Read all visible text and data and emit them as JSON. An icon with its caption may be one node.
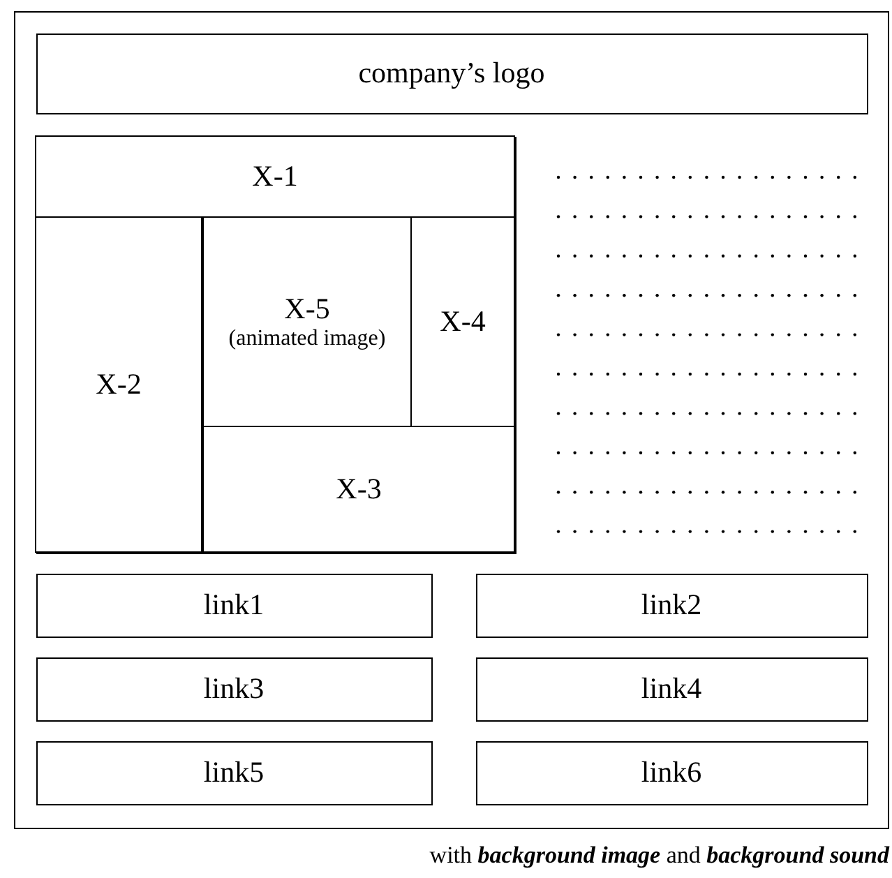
{
  "diagram": {
    "caption": "with **background image** and **background sound**",
    "nodes": [
      {
        "text": [],
        "shape": "box"
      },
      {
        "text": [
          "company’s logo"
        ],
        "in": 0
      },
      {
        "text": [],
        "shape": "box",
        "in": 0
      },
      {
        "text": [
          "X-1"
        ],
        "in": 2
      },
      {
        "text": [
          "X-2"
        ],
        "in": 2
      },
      {
        "text": [
          "X-5",
          "(animated image)"
        ],
        "in": 2
      },
      {
        "text": [
          "X-4"
        ],
        "in": 2
      },
      {
        "text": [
          "X-3"
        ],
        "in": 2
      },
      {
        "text": [
          "link1"
        ],
        "in": 0
      },
      {
        "text": [
          "link2"
        ],
        "in": 0
      },
      {
        "text": [
          "link3"
        ],
        "in": 0
      },
      {
        "text": [
          "link4"
        ],
        "in": 0
      },
      {
        "text": [
          "link5"
        ],
        "in": 0
      },
      {
        "text": [
          "link6"
        ],
        "in": 0
      }
    ]
  }
}
